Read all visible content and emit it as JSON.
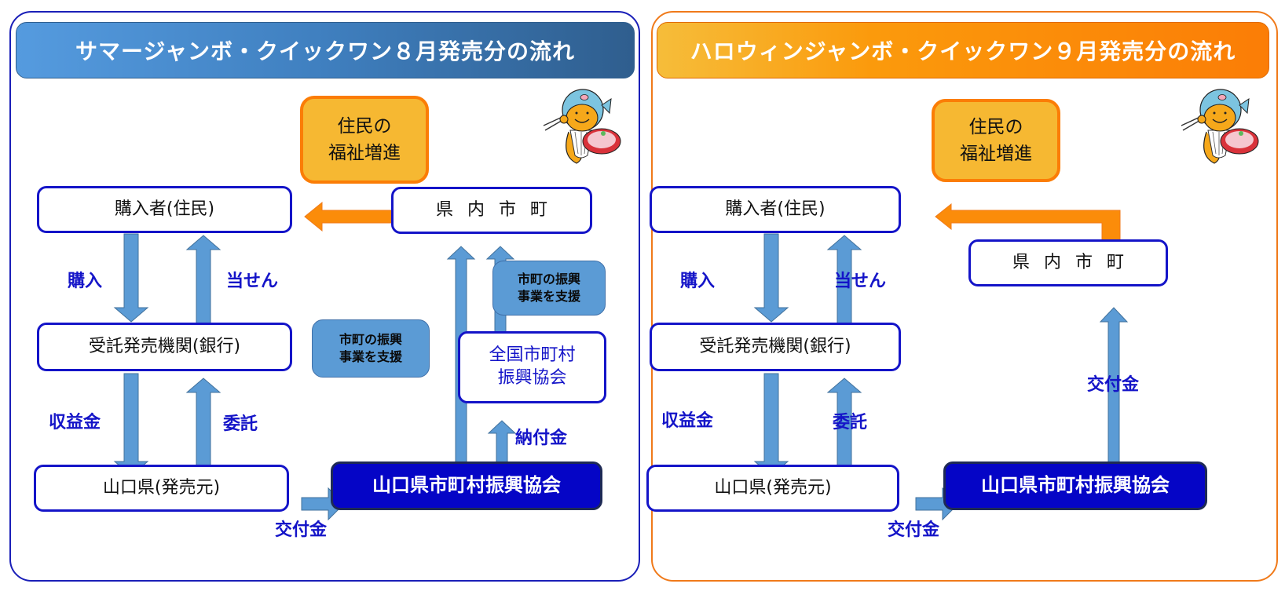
{
  "left_panel": {
    "title": "サマージャンボ・クイックワン８月発売分の流れ",
    "welfare": [
      "住民の",
      "福祉増進"
    ],
    "nodes": {
      "purchaser": "購入者(住民)",
      "bank": "受託発売機関(銀行)",
      "prefecture": "山口県(発売元)",
      "association": "山口県市町村振興協会",
      "municipalities": "県内市町",
      "national": [
        "全国市町村",
        "振興協会"
      ]
    },
    "support_boxes": [
      [
        "市町の振興",
        "事業を支援"
      ],
      [
        "市町の振興",
        "事業を支援"
      ]
    ],
    "flow_labels": {
      "purchase": "購入",
      "winning": "当せん",
      "proceeds": "収益金",
      "consignment": "委託",
      "grant": "交付金",
      "payment": "納付金"
    }
  },
  "right_panel": {
    "title": "ハロウィンジャンボ・クイックワン９月発売分の流れ",
    "welfare": [
      "住民の",
      "福祉増進"
    ],
    "nodes": {
      "purchaser": "購入者(住民)",
      "bank": "受託発売機関(銀行)",
      "prefecture": "山口県(発売元)",
      "association": "山口県市町村振興協会",
      "municipalities": "県内市町"
    },
    "flow_labels": {
      "purchase": "購入",
      "winning": "当せん",
      "proceeds": "収益金",
      "consignment": "委託",
      "grant_bottom": "交付金",
      "grant_side": "交付金"
    }
  },
  "mascot": {
    "icon": "pufferfish-mascot-icon"
  },
  "colors": {
    "node_border": "#1414c8",
    "label_text": "#1414c8",
    "arrow_blue": "#5b9bd5",
    "arrow_orange": "#fb8c0a",
    "left_frame": "#1a1fb8",
    "right_frame": "#f07a1a",
    "association_fill": "#0505c6"
  }
}
